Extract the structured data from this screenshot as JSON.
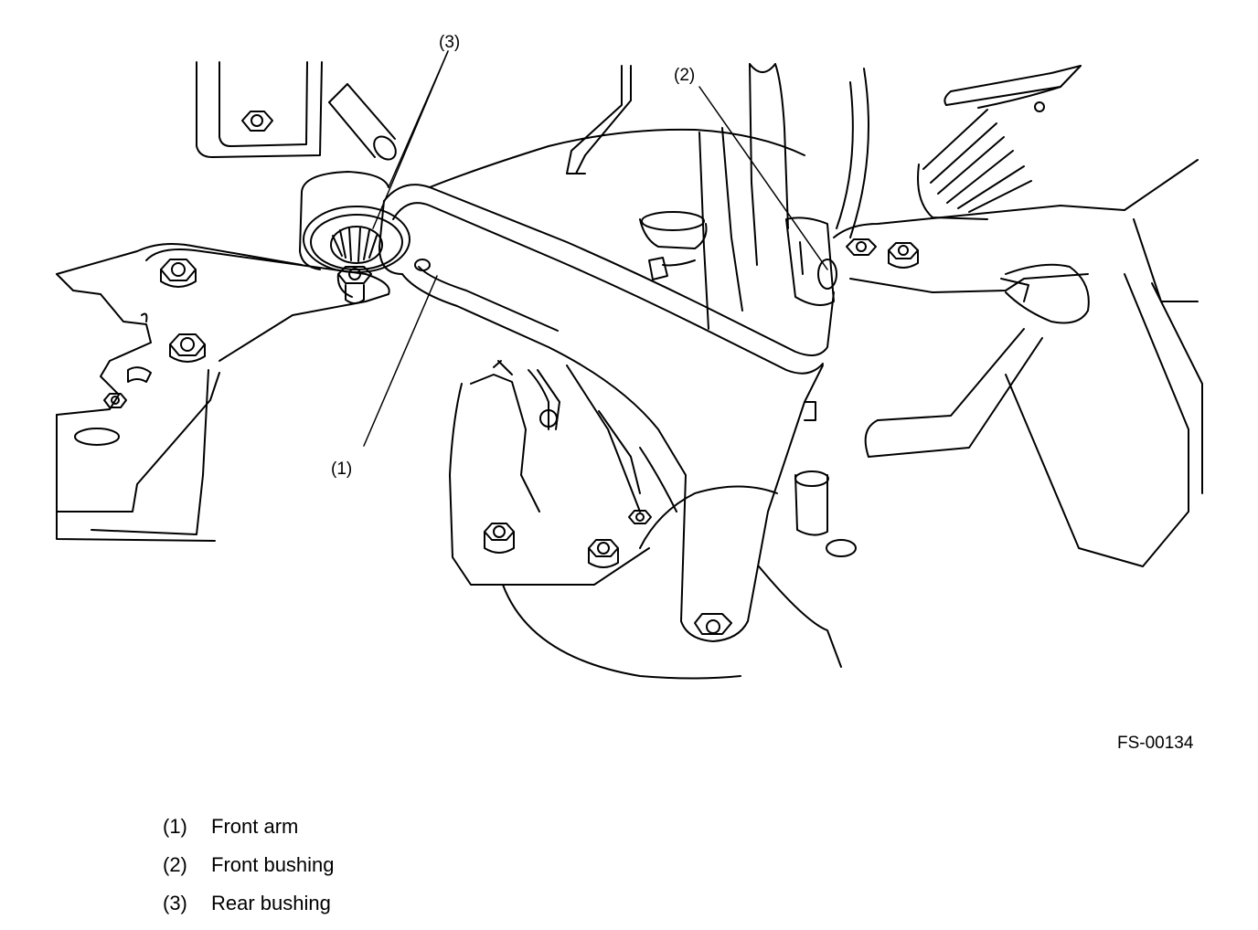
{
  "callouts": [
    {
      "num": "(1)"
    },
    {
      "num": "(2)"
    },
    {
      "num": "(3)"
    }
  ],
  "figure_code": "FS-00134",
  "legend": [
    {
      "num": "(1)",
      "label": "Front arm"
    },
    {
      "num": "(2)",
      "label": "Front bushing"
    },
    {
      "num": "(3)",
      "label": "Rear bushing"
    }
  ],
  "colors": {
    "line": "#000000",
    "background": "#ffffff"
  }
}
